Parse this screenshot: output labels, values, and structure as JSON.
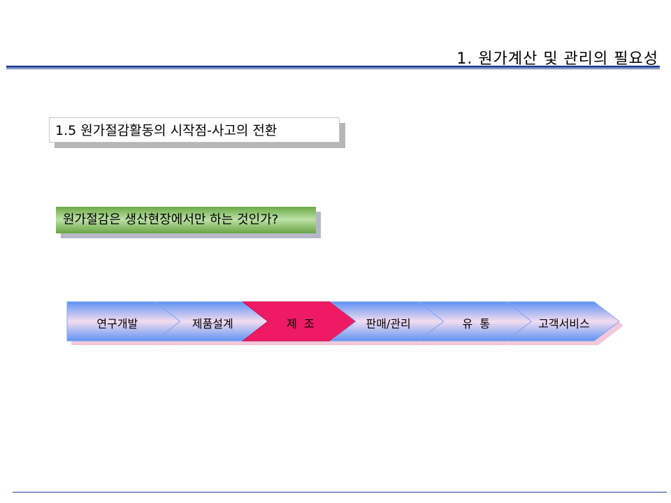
{
  "slide": {
    "title": "1. 원가계산 및 관리의 필요성"
  },
  "section": {
    "heading": "1.5 원가절감활동의 시작점-사고의 전환"
  },
  "question": {
    "text": "원가절감은 생산현장에서만 하는 것인가?"
  },
  "value_chain": {
    "steps": [
      {
        "label": "연구개발",
        "highlight": false
      },
      {
        "label": "제품설계",
        "highlight": false
      },
      {
        "label": "제  조",
        "highlight": true
      },
      {
        "label": "판매/관리",
        "highlight": false
      },
      {
        "label": "유  통",
        "highlight": false
      },
      {
        "label": "고객서비스",
        "highlight": false
      }
    ],
    "colors": {
      "normal_light": "#f3dcef",
      "normal_dark": "#5f93f5",
      "highlight": "#ee1a63",
      "shadow": "#f2c8da"
    }
  },
  "theme": {
    "rule_color": "#1f3f8f"
  }
}
